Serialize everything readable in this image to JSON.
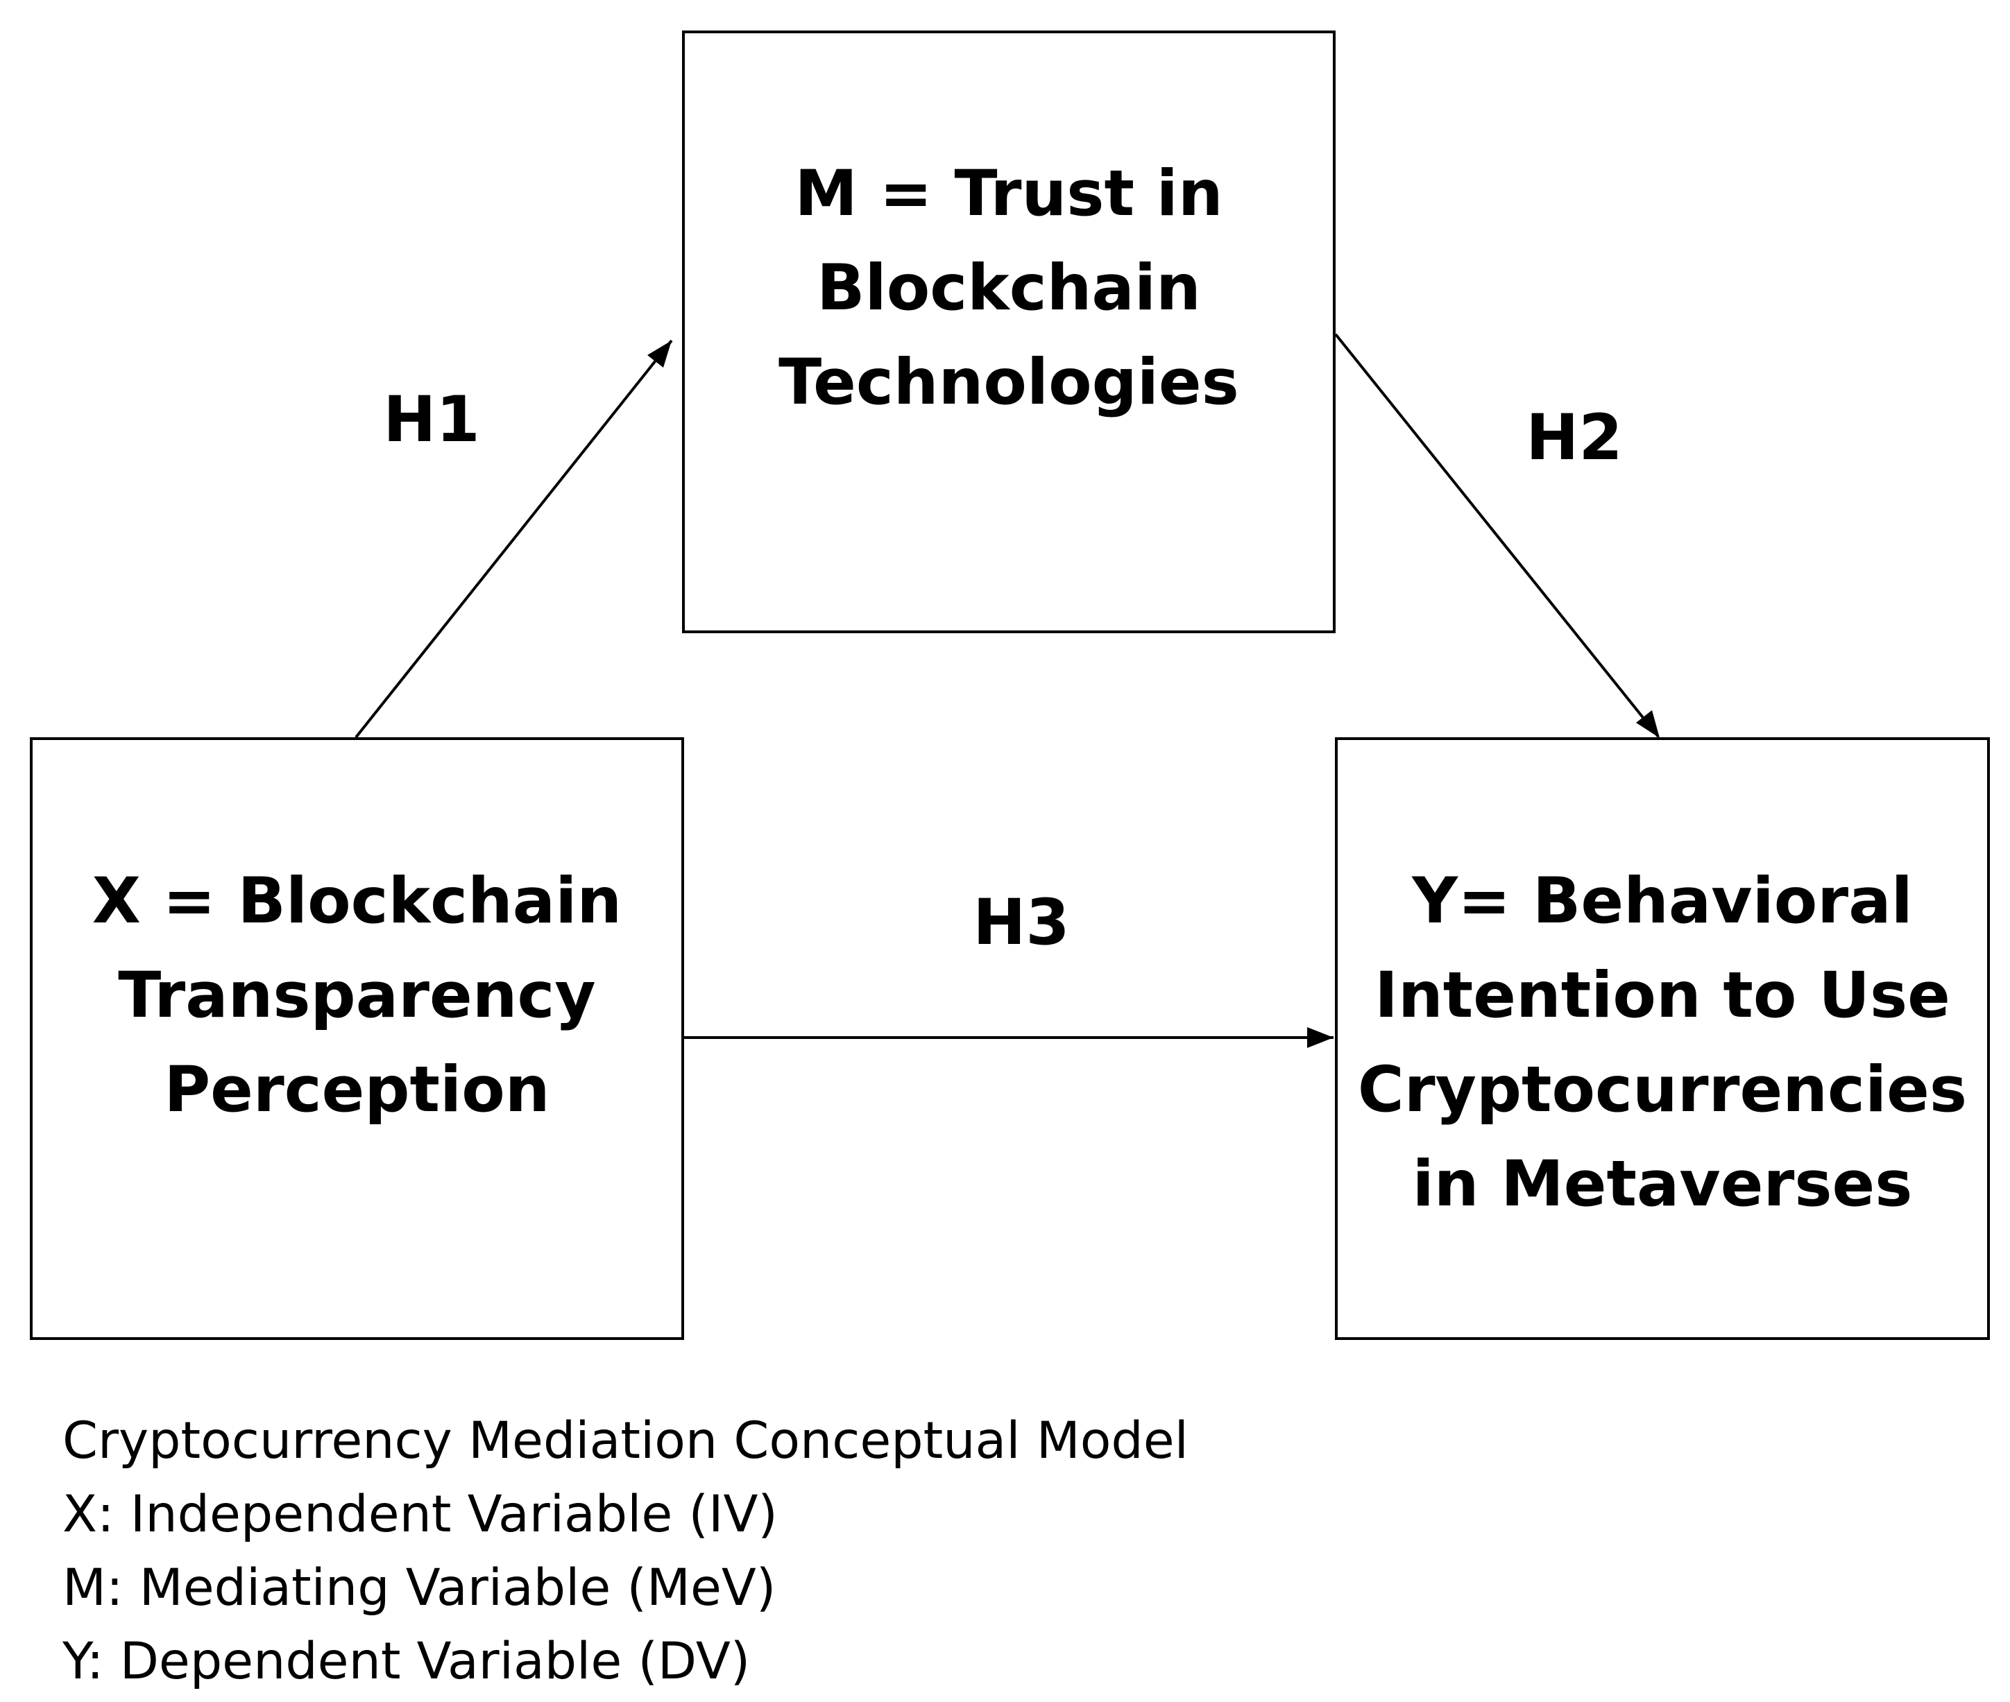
{
  "nodes": {
    "m": {
      "lines": [
        "M = Trust in",
        "Blockchain",
        "Technologies"
      ]
    },
    "x": {
      "lines": [
        "X = Blockchain",
        "Transparency",
        "Perception"
      ]
    },
    "y": {
      "lines": [
        "Y= Behavioral",
        "Intention to Use",
        "Cryptocurrencies",
        "in Metaverses"
      ]
    }
  },
  "hypotheses": {
    "h1": "H1",
    "h2": "H2",
    "h3": "H3"
  },
  "legend": {
    "title": "Cryptocurrency Mediation Conceptual Model",
    "items": [
      "X: Independent Variable (IV)",
      "M: Mediating Variable (MeV)",
      "Y: Dependent Variable (DV)"
    ]
  },
  "colors": {
    "stroke": "#000000",
    "background": "#ffffff"
  }
}
